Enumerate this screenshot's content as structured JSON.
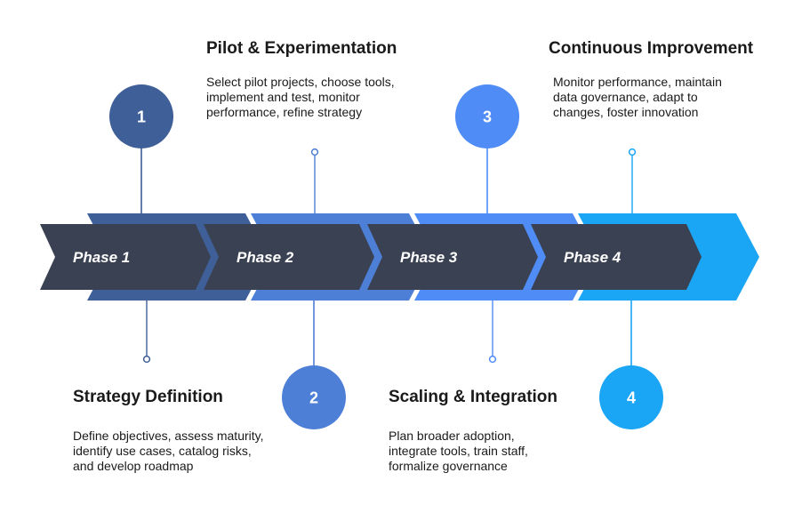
{
  "colors": {
    "dark_arrow": "#3a4152",
    "phase_1": "#3f5f98",
    "phase_2": "#4d7fd6",
    "phase_3": "#4f8cf6",
    "phase_4": "#1aa5f5",
    "connector": "#4f6e9c"
  },
  "phases": [
    {
      "label": "Phase 1",
      "number": "1",
      "title": "Strategy Definition",
      "description": "Define objectives, assess maturity,\nidentify use cases, catalog risks,\nand develop roadmap"
    },
    {
      "label": "Phase 2",
      "number": "2",
      "title": "Pilot & Experimentation",
      "description": "Select pilot projects, choose tools,\nimplement and test, monitor\nperformance, refine strategy"
    },
    {
      "label": "Phase 3",
      "number": "3",
      "title": "Scaling & Integration",
      "description": "Plan broader adoption,\nintegrate tools, train staff,\nformalize governance"
    },
    {
      "label": "Phase 4",
      "number": "4",
      "title": "Continuous Improvement",
      "description": "Monitor performance, maintain\ndata governance, adapt to\nchanges, foster innovation"
    }
  ]
}
